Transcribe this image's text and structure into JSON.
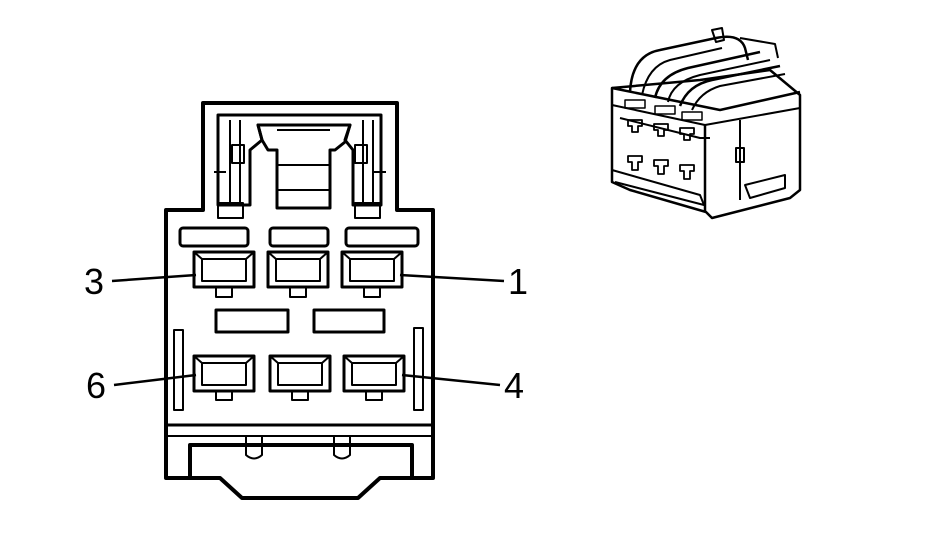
{
  "diagram": {
    "ink_color": "#000000",
    "background_color": "#ffffff",
    "pin_labels": {
      "pin_3": "3",
      "pin_1": "1",
      "pin_6": "6",
      "pin_4": "4"
    }
  }
}
